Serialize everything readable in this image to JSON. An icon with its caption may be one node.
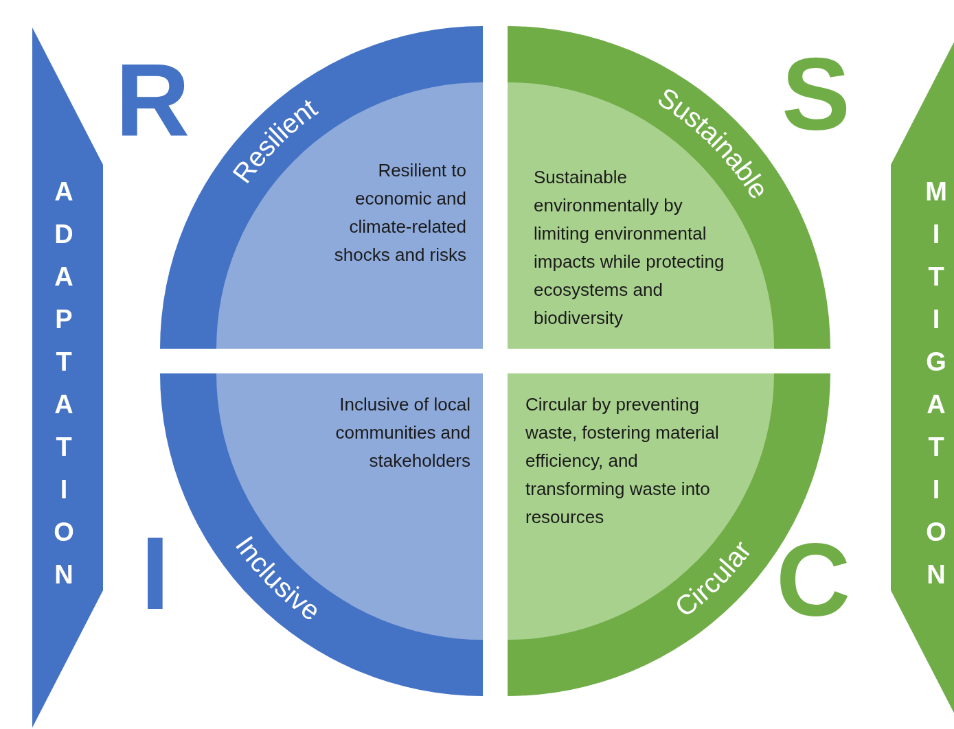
{
  "diagram": {
    "nodes": [
      {
        "text": [
          "ADAPTATION"
        ]
      },
      {
        "text": [
          "Resilient",
          "Resilient to economic and climate-related shocks and risks"
        ]
      },
      {
        "text": [
          "Sustainable",
          "Sustainable environmentally by limiting environmental impacts while protecting ecosystems and biodiversity"
        ]
      },
      {
        "text": [
          "Inclusive of local communities and stakeholders",
          "Inclusive"
        ]
      },
      {
        "text": [
          "Circular by preventing waste, fostering material efficiency, and transforming waste into resources",
          "Circular"
        ]
      },
      {
        "text": [
          "MITIGATION"
        ]
      }
    ],
    "labels": [
      "R",
      "S",
      "I",
      "C"
    ]
  }
}
